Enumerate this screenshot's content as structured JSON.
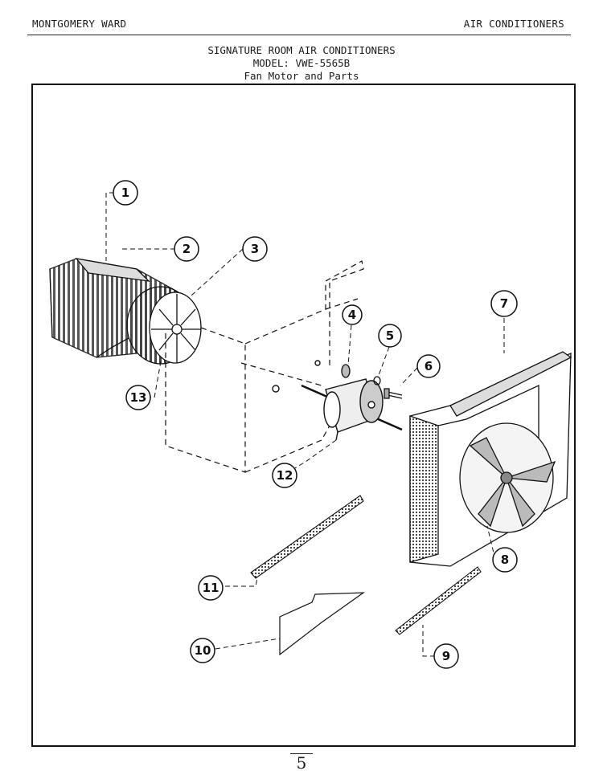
{
  "header": {
    "left": "MONTGOMERY WARD",
    "right": "AIR CONDITIONERS"
  },
  "title": {
    "line1": "SIGNATURE ROOM AIR CONDITIONERS",
    "line2": "MODEL: VWE-5565B",
    "line3": "Fan Motor and Parts"
  },
  "callouts": [
    "1",
    "2",
    "3",
    "4",
    "5",
    "6",
    "7",
    "8",
    "9",
    "10",
    "11",
    "12",
    "13"
  ],
  "page_number": "5"
}
